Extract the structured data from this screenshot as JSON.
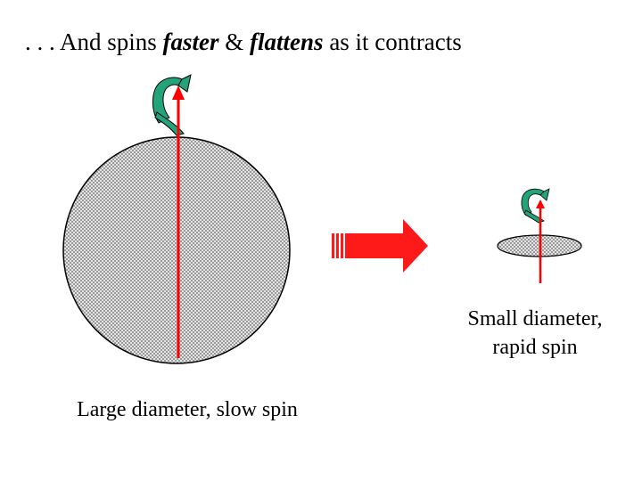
{
  "title": {
    "prefix": ". . . And spins ",
    "faster": "faster",
    "amp": " & ",
    "flattens": "flattens",
    "suffix": " as it contracts"
  },
  "captions": {
    "small_line1": "Small diameter,",
    "small_line2": "rapid spin",
    "large": "Large diameter, slow spin"
  },
  "colors": {
    "axis": "#ff0000",
    "spin_arrow": "#22a37a",
    "transition_arrow": "#ff1a1a",
    "body_fill": "#c8c8c8",
    "body_outline": "#000000"
  },
  "icons": {
    "spin": "curved-rotation-arrow-icon",
    "transition": "block-right-arrow-icon"
  }
}
